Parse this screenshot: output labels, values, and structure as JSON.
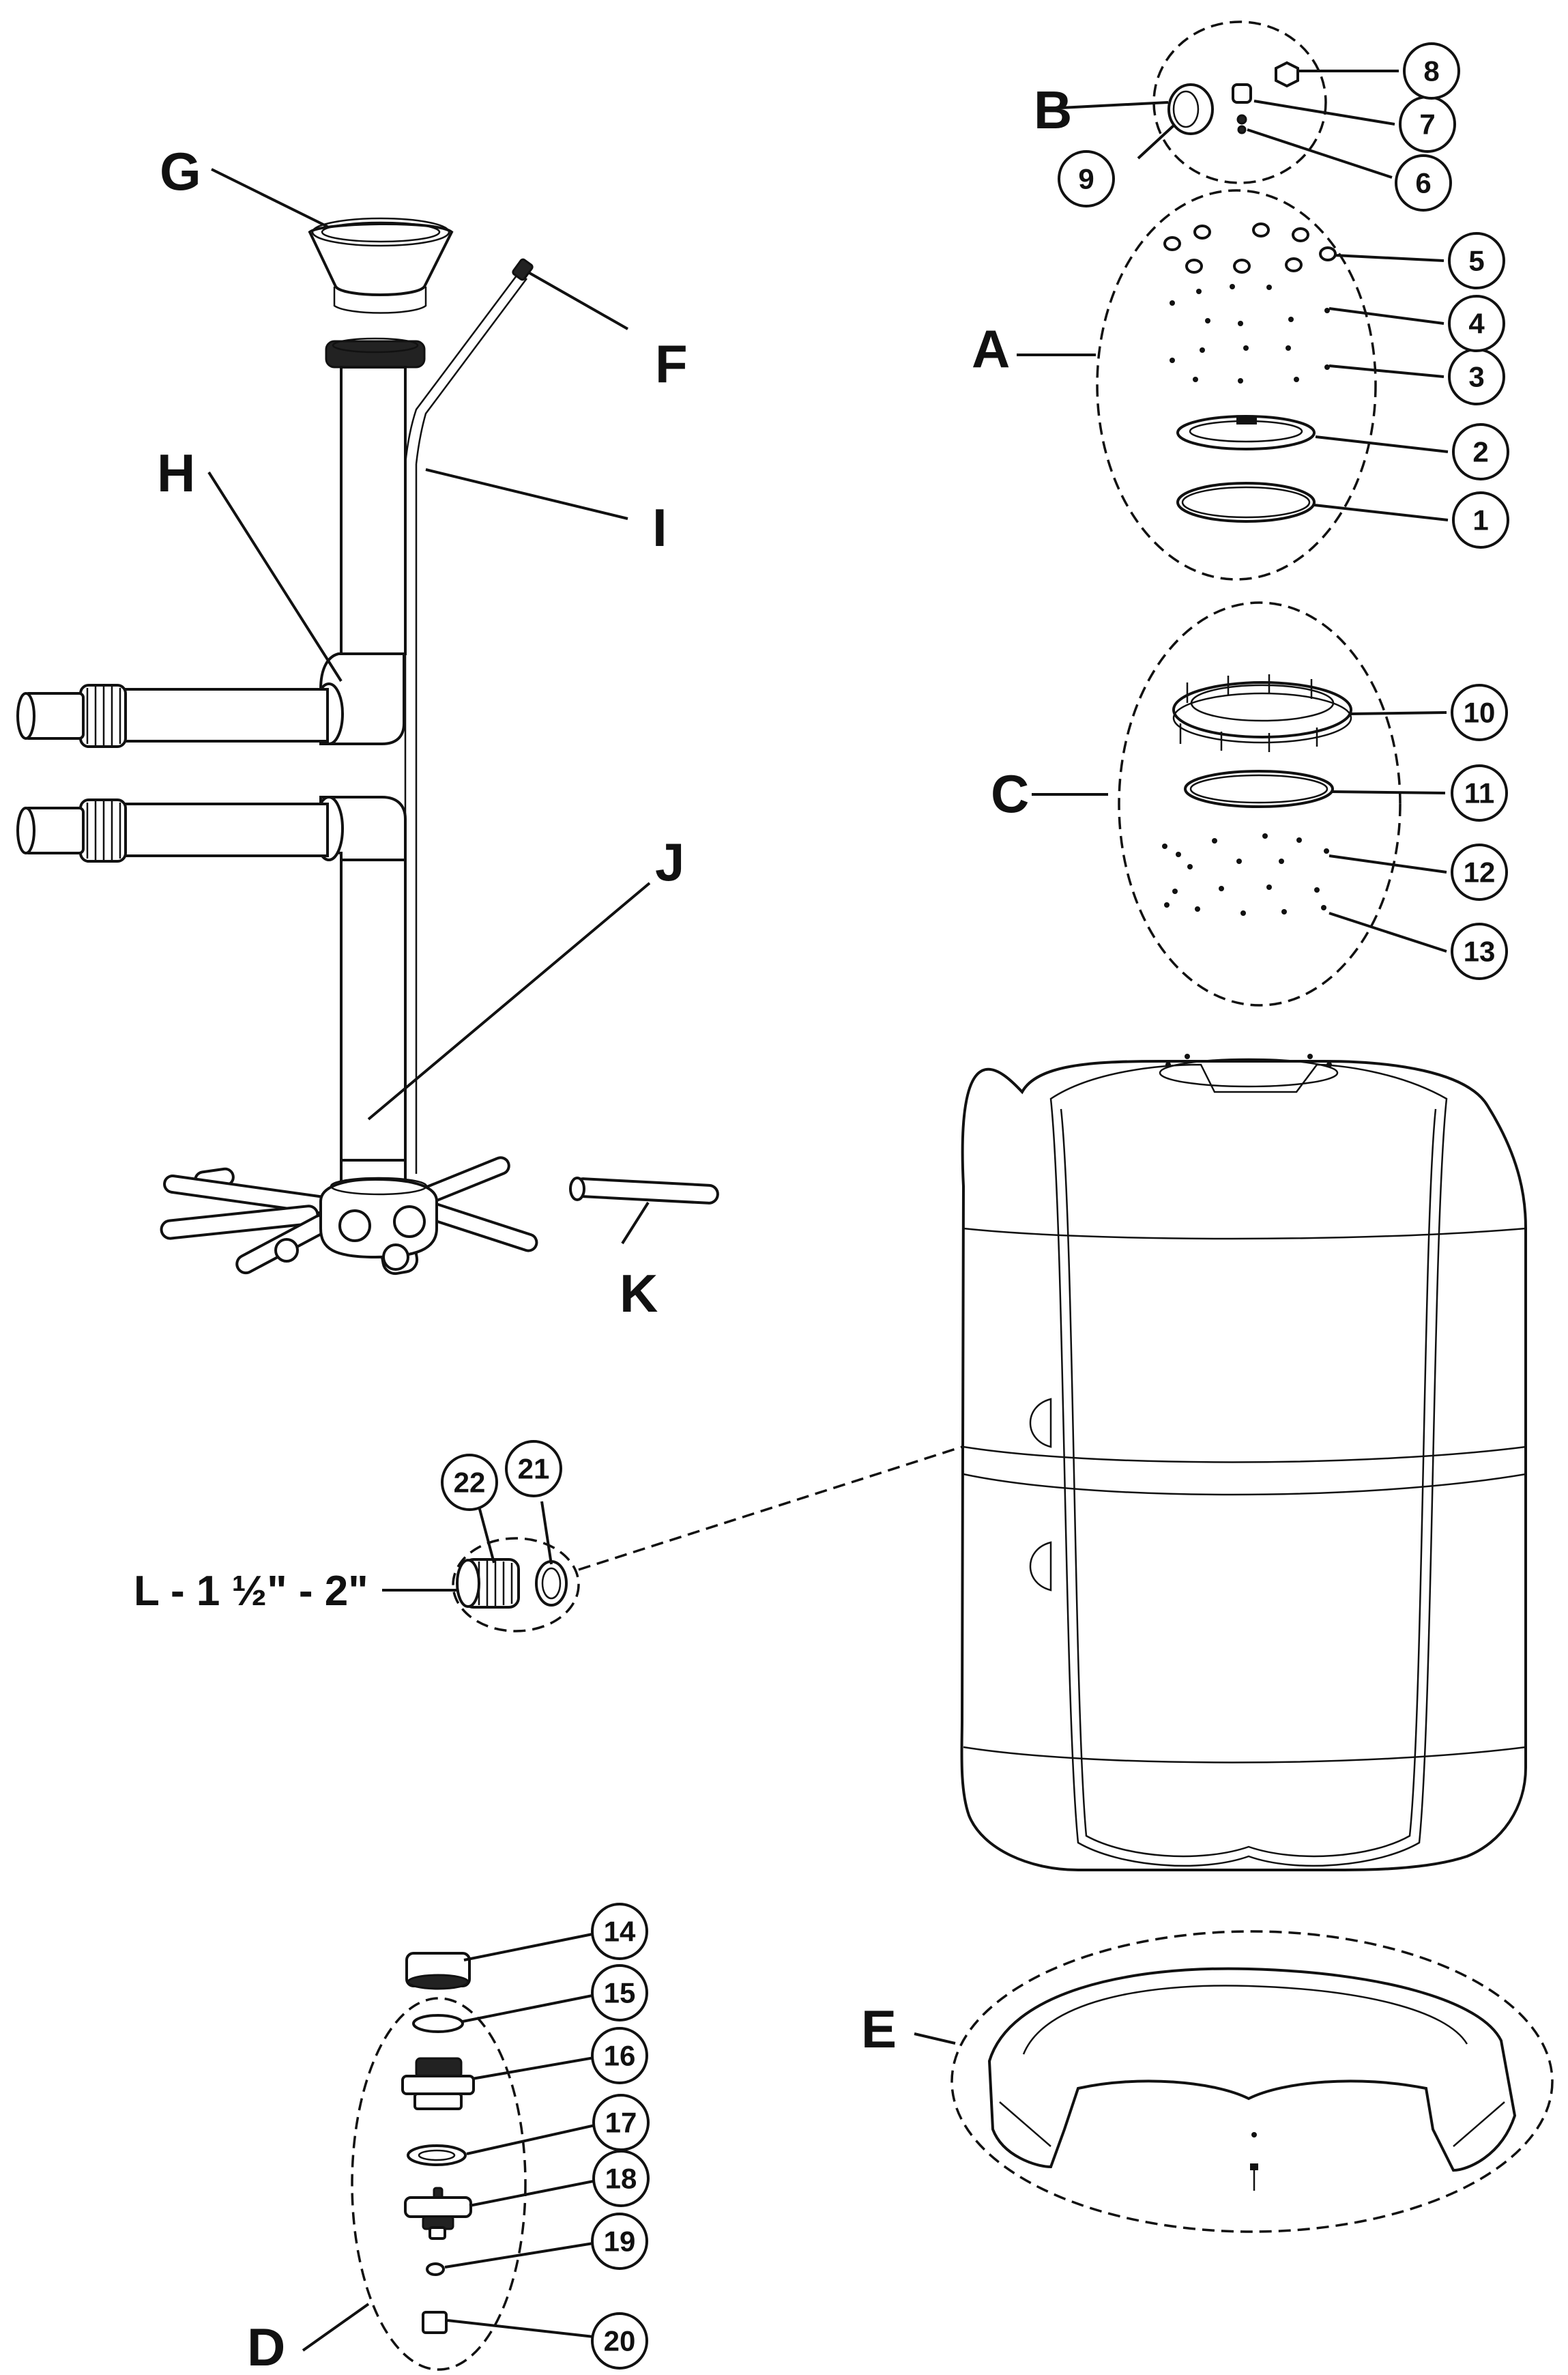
{
  "group_labels": {
    "A": "A",
    "B": "B",
    "C": "C",
    "D": "D",
    "E": "E",
    "F": "F",
    "G": "G",
    "H": "H",
    "I": "I",
    "J": "J",
    "K": "K",
    "L": "L - 1 ½\" - 2\""
  },
  "callouts": [
    "1",
    "2",
    "3",
    "4",
    "5",
    "6",
    "7",
    "8",
    "9",
    "10",
    "11",
    "12",
    "13",
    "14",
    "15",
    "16",
    "17",
    "18",
    "19",
    "20",
    "21",
    "22"
  ],
  "colors": {
    "ink": "#111111",
    "background": "#ffffff"
  }
}
